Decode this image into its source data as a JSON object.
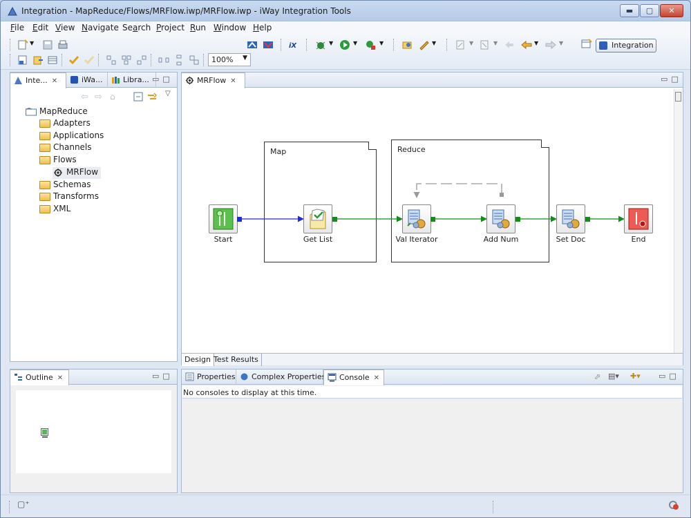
{
  "window": {
    "title": "Integration - MapReduce/Flows/MRFlow.iwp/MRFlow.iwp - iWay Integration Tools"
  },
  "menubar": {
    "items": [
      {
        "pre": "",
        "u": "F",
        "post": "ile"
      },
      {
        "pre": "",
        "u": "E",
        "post": "dit"
      },
      {
        "pre": "",
        "u": "V",
        "post": "iew"
      },
      {
        "pre": "",
        "u": "N",
        "post": "avigate"
      },
      {
        "pre": "Se",
        "u": "a",
        "post": "rch"
      },
      {
        "pre": "",
        "u": "P",
        "post": "roject"
      },
      {
        "pre": "",
        "u": "R",
        "post": "un"
      },
      {
        "pre": "",
        "u": "W",
        "post": "indow"
      },
      {
        "pre": "",
        "u": "H",
        "post": "elp"
      }
    ]
  },
  "toolbar": {
    "zoom": "100%",
    "perspective": "Integration"
  },
  "navigator": {
    "tabs": [
      "Inte...",
      "iWa...",
      "Libra..."
    ],
    "tree": {
      "root": "MapReduce",
      "items": [
        "Adapters",
        "Applications",
        "Channels",
        "Flows",
        "MRFlow",
        "Schemas",
        "Transforms",
        "XML"
      ]
    }
  },
  "outline": {
    "tab": "Outline"
  },
  "editor": {
    "tab": "MRFlow",
    "bottom_tabs": [
      "Design",
      "Test Results"
    ],
    "frames": {
      "map": "Map",
      "reduce": "Reduce"
    },
    "nodes": {
      "start": "Start",
      "get_list": "Get List",
      "val_iterator": "Val Iterator",
      "add_num": "Add Num",
      "set_doc": "Set Doc",
      "end": "End"
    }
  },
  "console": {
    "tabs": [
      "Properties",
      "Complex Properties",
      "Console"
    ],
    "message": "No consoles to display at this time."
  },
  "colors": {
    "flow_edge": "#128c1c",
    "start_edge": "#1d2bd8",
    "loop_edge": "#999999"
  }
}
